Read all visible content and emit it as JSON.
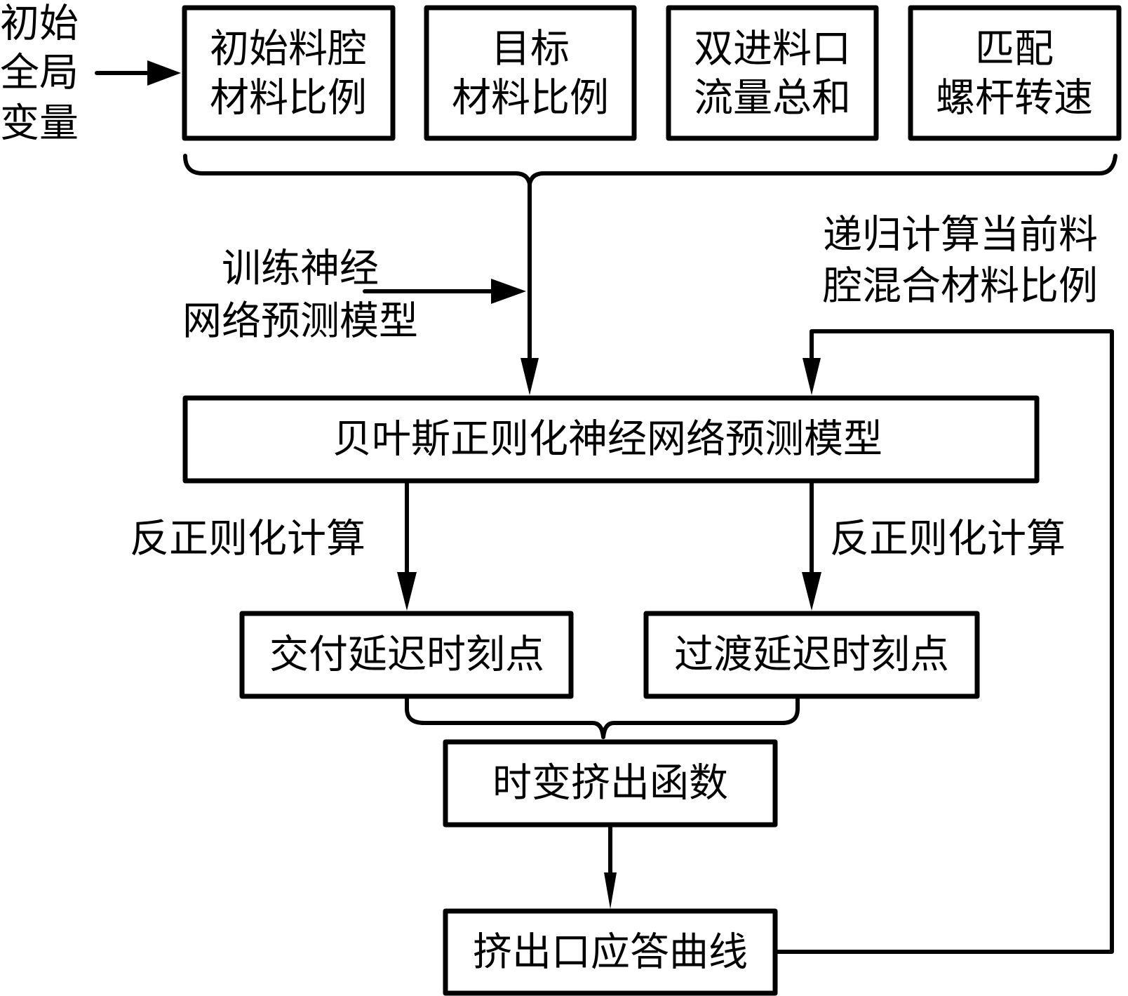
{
  "inputs": {
    "global_variables_label": [
      "初始",
      "全局",
      "变量"
    ],
    "boxes": [
      {
        "id": "initial-ratio",
        "lines": [
          "初始料腔",
          "材料比例"
        ]
      },
      {
        "id": "target-ratio",
        "lines": [
          "目标",
          "材料比例"
        ]
      },
      {
        "id": "total-flow",
        "lines": [
          "双进料口",
          "流量总和"
        ]
      },
      {
        "id": "screw-speed",
        "lines": [
          "匹配",
          "螺杆转速"
        ]
      }
    ]
  },
  "training_label": [
    "训练神经",
    "网络预测模型"
  ],
  "recursive_label": [
    "递归计算当前料",
    "腔混合材料比例"
  ],
  "model_box": {
    "label": "贝叶斯正则化神经网络预测模型"
  },
  "denormalize_left": "反正则化计算",
  "denormalize_right": "反正则化计算",
  "delivery_delay_box": {
    "label": "交付延迟时刻点"
  },
  "transition_delay_box": {
    "label": "过渡延迟时刻点"
  },
  "extrusion_function_box": {
    "label": "时变挤出函数"
  },
  "response_curve_box": {
    "label": "挤出口应答曲线"
  }
}
